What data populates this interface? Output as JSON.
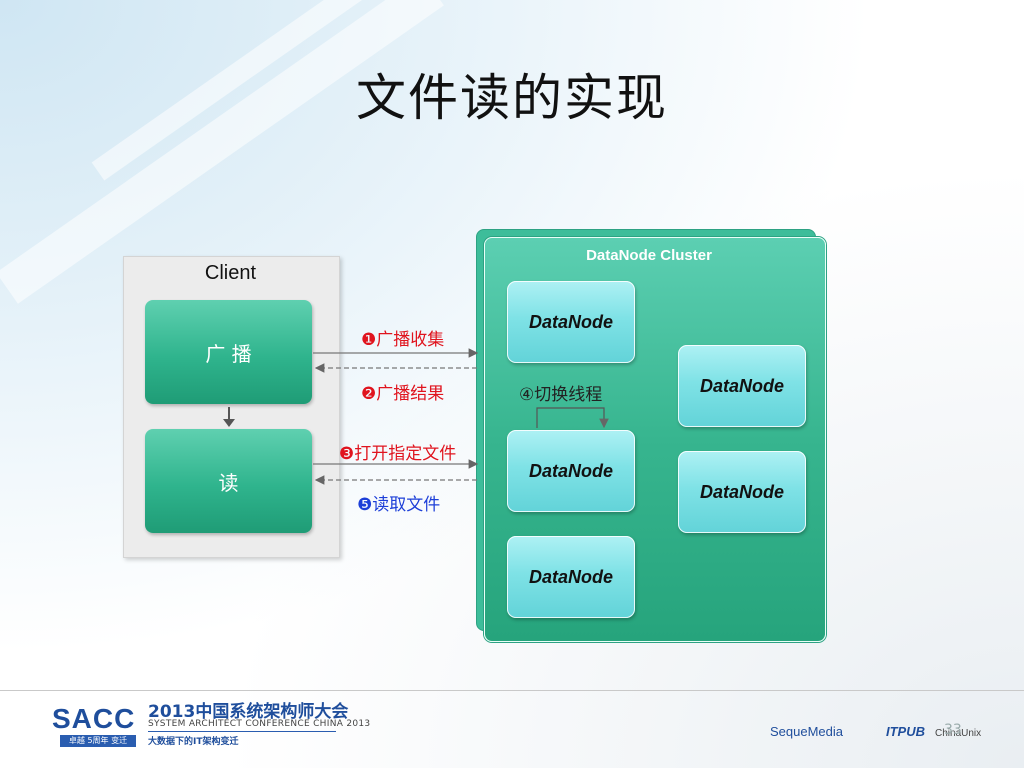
{
  "slide": {
    "title": "文件读的实现",
    "page_number": "33"
  },
  "client": {
    "title": "Client",
    "box_broadcast": "广 播",
    "box_read": "读"
  },
  "cluster": {
    "title": "DataNode Cluster",
    "nodes": [
      "DataNode",
      "DataNode",
      "DataNode",
      "DataNode",
      "DataNode"
    ],
    "switch_label": "④切换线程"
  },
  "steps": {
    "step1": "❶广播收集",
    "step2": "❷广播结果",
    "step3": "❸打开指定文件",
    "step5": "❺读取文件"
  },
  "colors": {
    "step_red": "#e0141e",
    "step_blue": "#1d3fd8",
    "client_box": "#2fb48d",
    "datanode": "#7fe2e6"
  },
  "footer": {
    "logo": "SACC",
    "logo_sub": "卓越 5周年 变迁",
    "conference": "2013中国系统架构师大会",
    "conference_en": "SYSTEM ARCHITECT CONFERENCE CHINA 2013",
    "tagline": "大数据下的IT架构变迁",
    "sponsor1": "SequeMedia",
    "sponsor2": "ITPUB",
    "sponsor3": "ChinaUnix"
  }
}
